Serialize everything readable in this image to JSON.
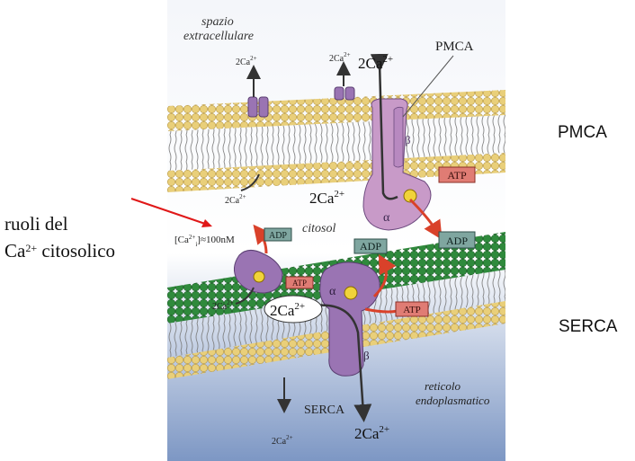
{
  "side_labels": {
    "pmca": "PMCA",
    "serca": "SERCA"
  },
  "roles": {
    "line1": "ruoli del",
    "line2_prefix": "Ca",
    "line2_sup": "2+",
    "line2_suffix": " citosolico"
  },
  "figure": {
    "extracellular_line1": "spazio",
    "extracellular_line2": "extracellulare",
    "pmca_label": "PMCA",
    "serca_label": "SERCA",
    "cytosol": "citosol",
    "er_line1": "reticolo",
    "er_line2": "endoplasmatico",
    "ca_small": "2Ca",
    "ca_big": "2Ca",
    "charge": "2+",
    "concentration_prefix": "[Ca",
    "concentration_suffix": "]≈100nM",
    "concentration_sub": "i",
    "atp": "ATP",
    "adp": "ADP",
    "alpha": "α",
    "beta": "β"
  },
  "colors": {
    "lipid_head": "#e9cf7a",
    "er_head": "#2f8a3c",
    "protein": "#9a74b3",
    "pmca_protein": "#c89ac8",
    "atp_box": "#e07c74",
    "adp_box": "#7fa6a0",
    "arrow_red": "#d9412a",
    "pointer": "#e01818"
  }
}
